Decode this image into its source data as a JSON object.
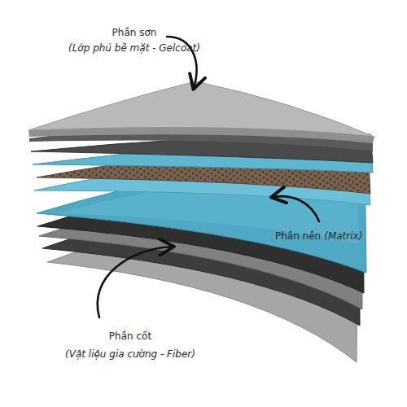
{
  "diagram": {
    "labels": [
      "Phần sơn",
      "(Lớp phủ bề mặt - Gelcoat)",
      "Phần nền",
      "(Matrix)",
      "Phần cốt",
      "(Vật liệu gia cường - Fiber)"
    ]
  }
}
